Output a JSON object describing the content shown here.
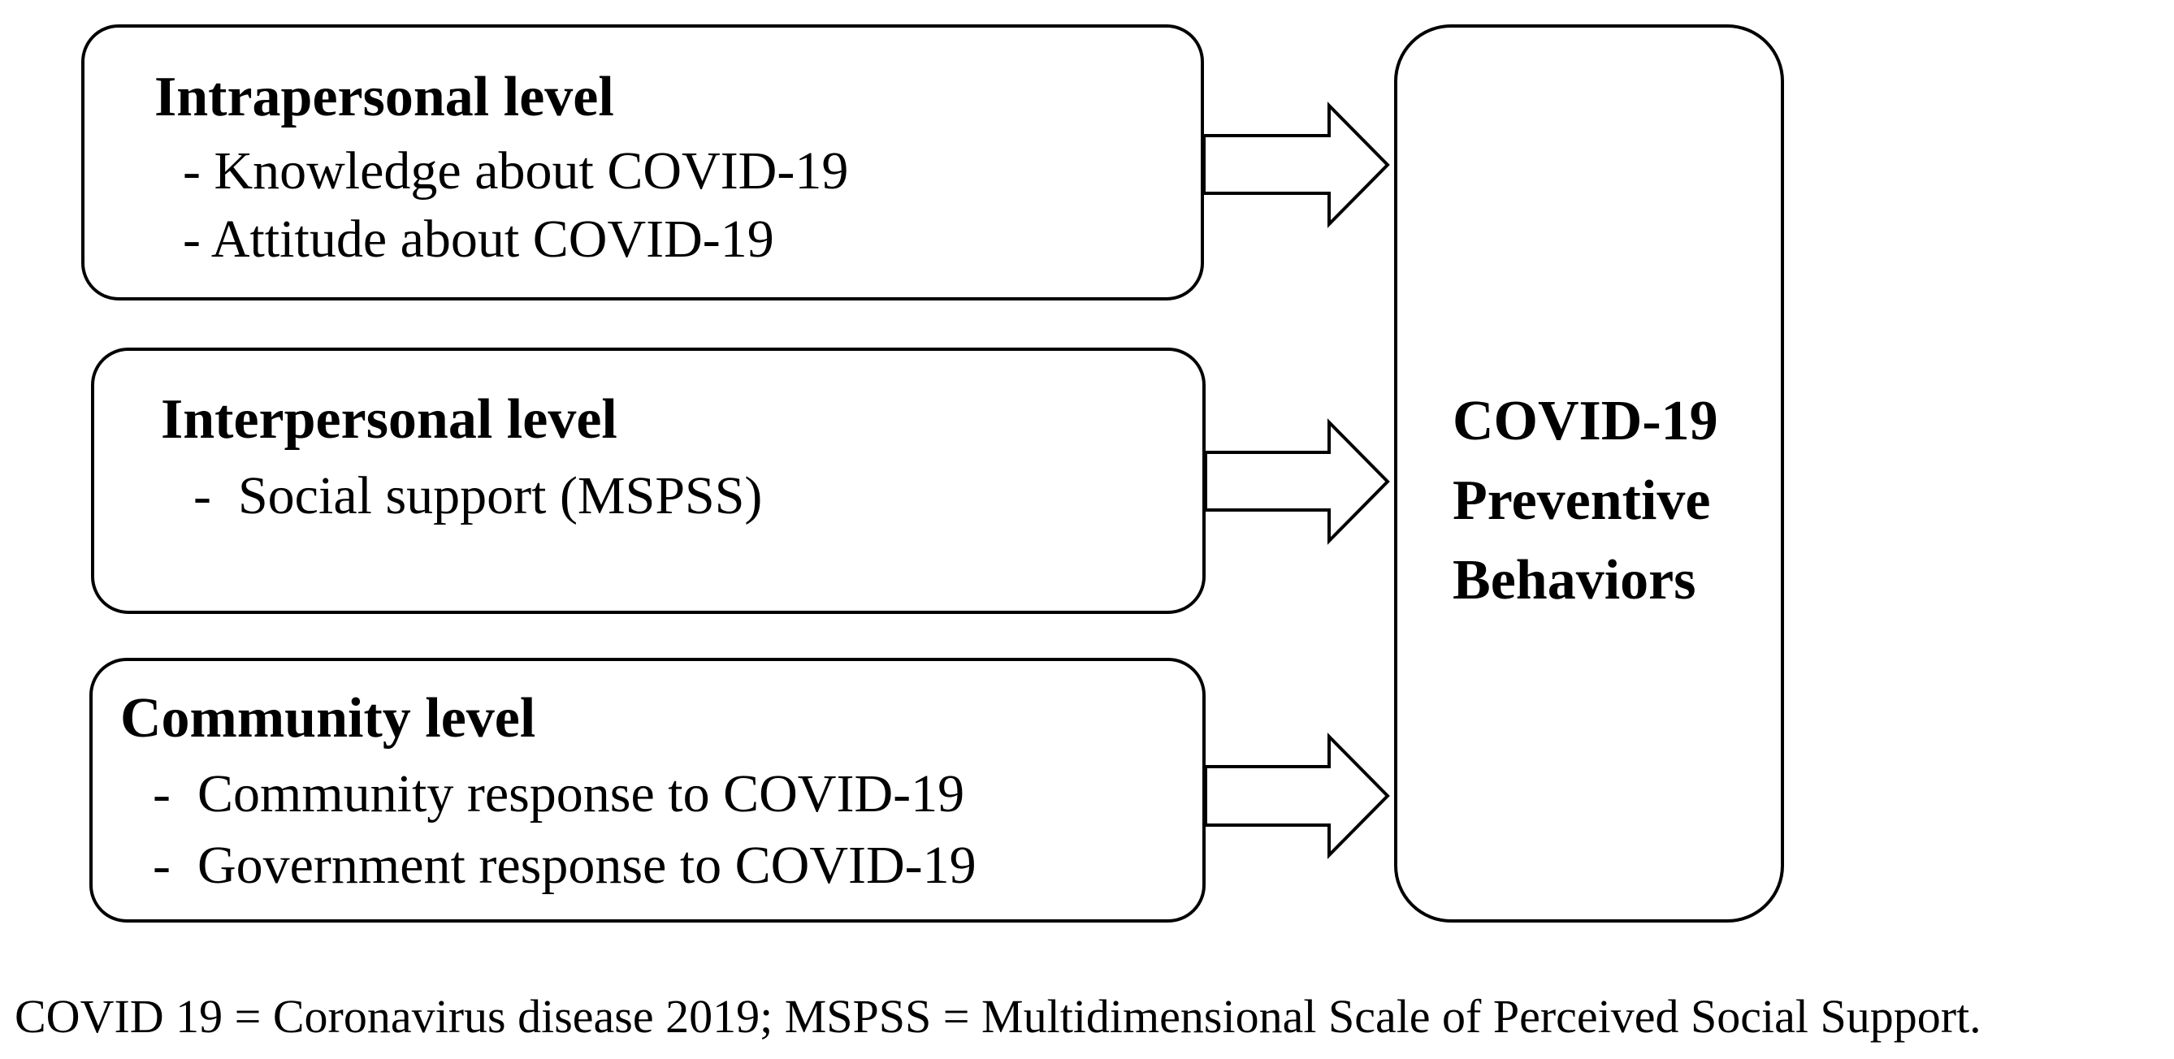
{
  "levels": [
    {
      "title": "Intrapersonal level",
      "items": [
        "- Knowledge about COVID-19",
        "- Attitude about COVID-19"
      ]
    },
    {
      "title": "Interpersonal level",
      "items": [
        "-  Social support (MSPSS)"
      ]
    },
    {
      "title": "Community level",
      "items": [
        "-  Community response to COVID-19",
        "-  Government response to COVID-19"
      ]
    }
  ],
  "outcome": {
    "lines": [
      "COVID-19",
      "Preventive",
      "Behaviors"
    ]
  },
  "caption": "COVID 19 = Coronavirus disease 2019; MSPSS = Multidimensional Scale of Perceived Social Support.",
  "colors": {
    "stroke": "#000000",
    "background": "#ffffff"
  }
}
